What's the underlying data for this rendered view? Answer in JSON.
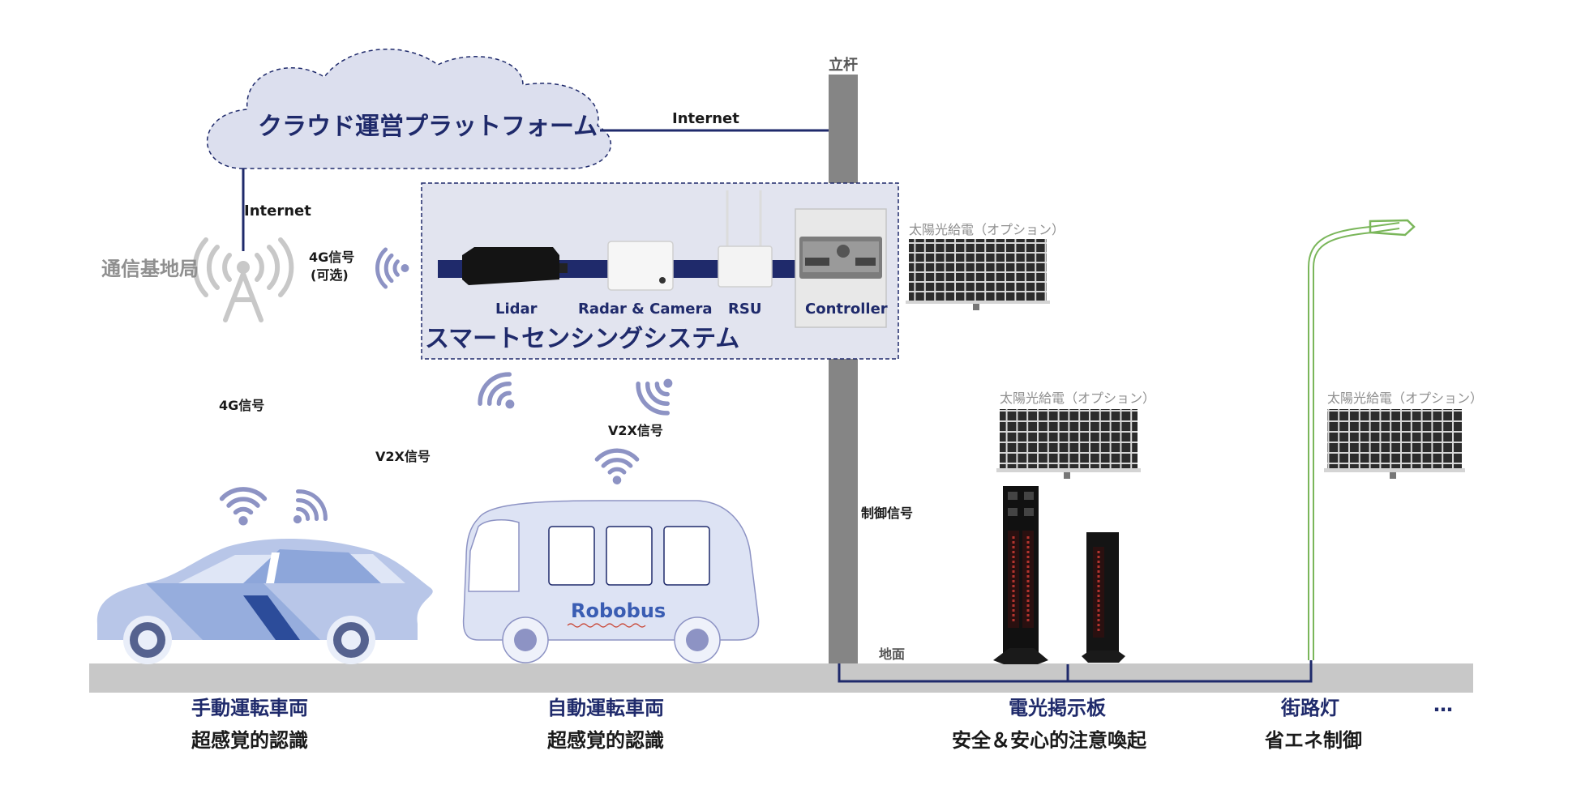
{
  "cloud": {
    "title": "クラウド運営プラットフォーム"
  },
  "links": {
    "internet_cloud_pole": "Internet",
    "internet_cloud_station": "Internet",
    "signal_4g_optional": "4G信号",
    "signal_4g_optional_note": "(可选)",
    "signal_4g": "4G信号",
    "signal_v2x_left": "V2X信号",
    "signal_v2x_right": "V2X信号",
    "control_signal": "制御信号"
  },
  "base_station": {
    "label": "通信基地局"
  },
  "pole": {
    "label": "立杆",
    "ground_label": "地面"
  },
  "sensing": {
    "title": "スマートセンシングシステム",
    "devices": [
      "Lidar",
      "Radar & Camera",
      "RSU",
      "Controller"
    ]
  },
  "solar": {
    "label": "太陽光給電（オプション）"
  },
  "vehicles": {
    "bus_brand": "Robobus"
  },
  "bottom": [
    {
      "title": "手動運転車両",
      "subtitle": "超感覚的認識"
    },
    {
      "title": "自動運転車両",
      "subtitle": "超感覚的認識"
    },
    {
      "title": "電光掲示板",
      "subtitle": "安全＆安心的注意喚起"
    },
    {
      "title": "街路灯",
      "subtitle": "省エネ制御"
    }
  ],
  "more": "…",
  "colors": {
    "navy": "#1f2a6b",
    "cloud_fill": "#dcdfee",
    "wifi": "#8d93c4",
    "ground": "#c8c8c8",
    "pole": "#858585",
    "panel": "#2a2a2a",
    "lamp_green": "#7ab65a"
  }
}
